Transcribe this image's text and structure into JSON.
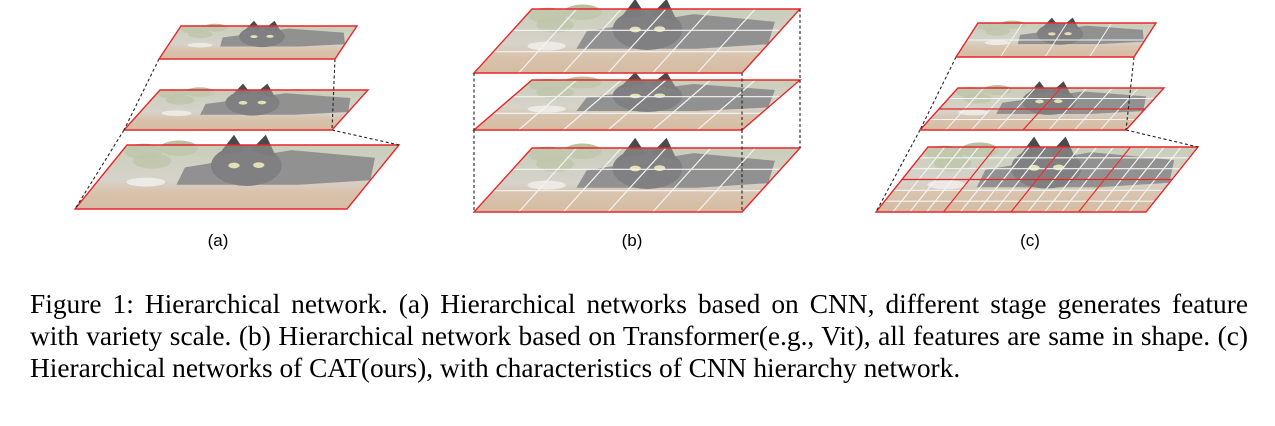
{
  "figure": {
    "panels": [
      {
        "label": "(a)"
      },
      {
        "label": "(b)"
      },
      {
        "label": "(c)"
      }
    ],
    "colors": {
      "layer_border": "#e8262a",
      "patch_grid": "#f4f4f4",
      "connector": "#222222",
      "fur": "#5f5f61",
      "wood": "#c8a684",
      "foliage": "#a6b08a",
      "eye": "#d8d49a"
    }
  },
  "caption": {
    "text": "Figure 1: Hierarchical network. (a) Hierarchical networks based on CNN, different stage generates feature with variety scale. (b) Hierarchical network based on Transformer(e.g., Vit), all features are same in shape. (c) Hierarchical networks of CAT(ours), with characteristics of CNN hierarchy network."
  }
}
